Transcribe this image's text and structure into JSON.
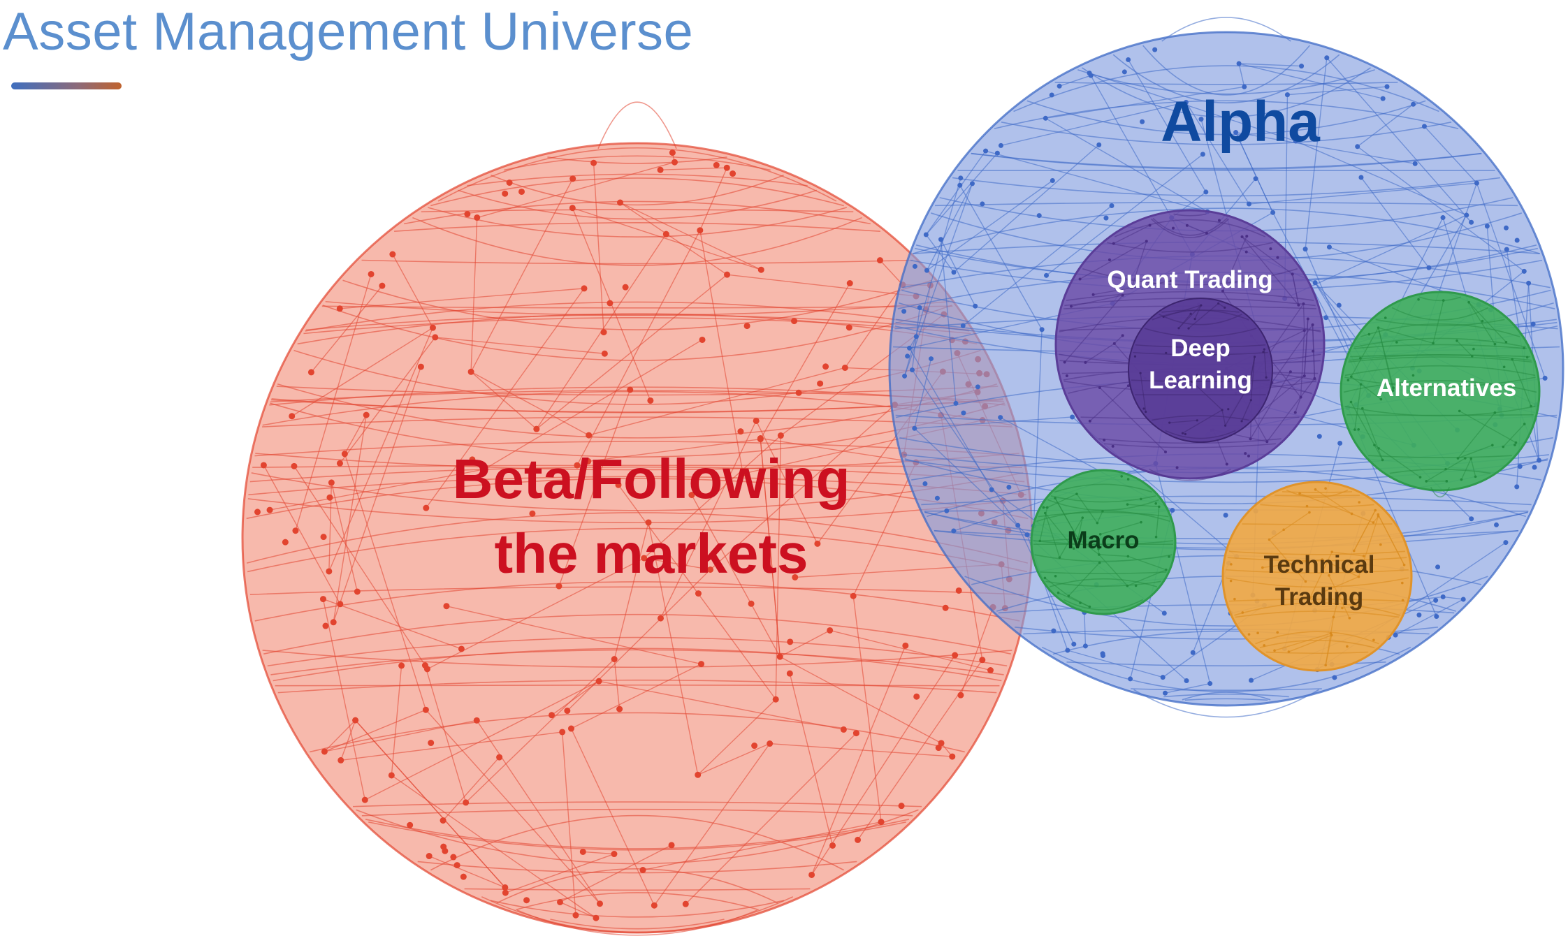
{
  "page": {
    "title": "Asset Management Universe"
  },
  "colors": {
    "title": "#5b8fce",
    "beta_fill": "#f08068",
    "beta_net": "#e2442f",
    "beta_text": "#cc1020",
    "alpha_fill": "#7f9bdf",
    "alpha_net": "#3e69c6",
    "alpha_text": "#0f4aa0",
    "quant_fill": "#6a4aa6",
    "deep_fill": "#5a3d98",
    "alt_fill": "#3fae5c",
    "macro_fill": "#3fae5c",
    "macro_text": "#0b3d1a",
    "tech_fill": "#f2a943",
    "tech_text": "#5a3a10"
  },
  "diagram": {
    "beta": {
      "line1": "Beta/Following",
      "line2": "the markets"
    },
    "alpha": {
      "label": "Alpha"
    },
    "quant": {
      "label": "Quant Trading"
    },
    "deep": {
      "line1": "Deep",
      "line2": "Learning"
    },
    "alternatives": {
      "label": "Alternatives"
    },
    "macro": {
      "label": "Macro"
    },
    "technical": {
      "line1": "Technical",
      "line2": "Trading"
    }
  }
}
